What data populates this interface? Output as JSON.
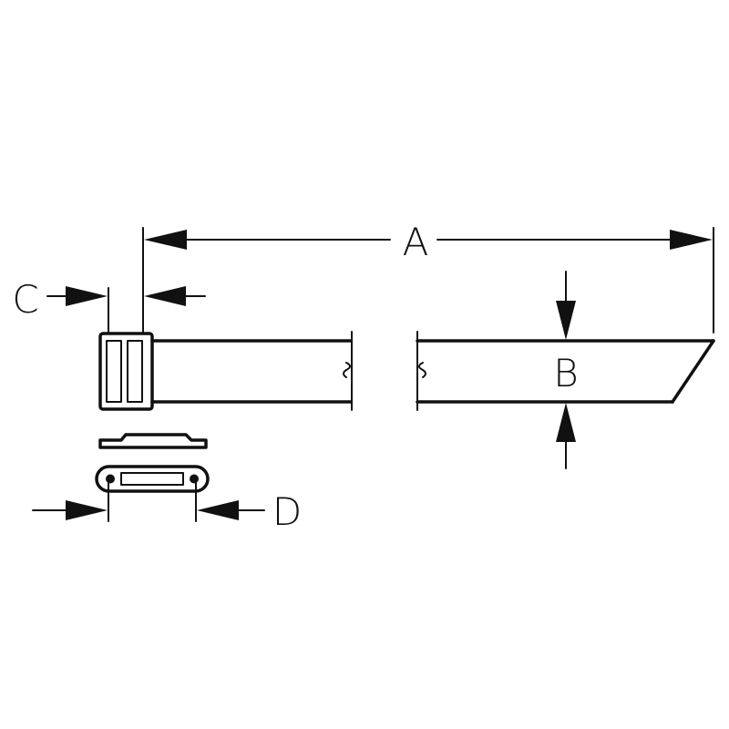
{
  "diagram": {
    "labels": {
      "a": "A",
      "b": "B",
      "c": "C",
      "d": "D"
    }
  },
  "colors": {
    "ink": "#111111",
    "background": "#ffffff"
  }
}
